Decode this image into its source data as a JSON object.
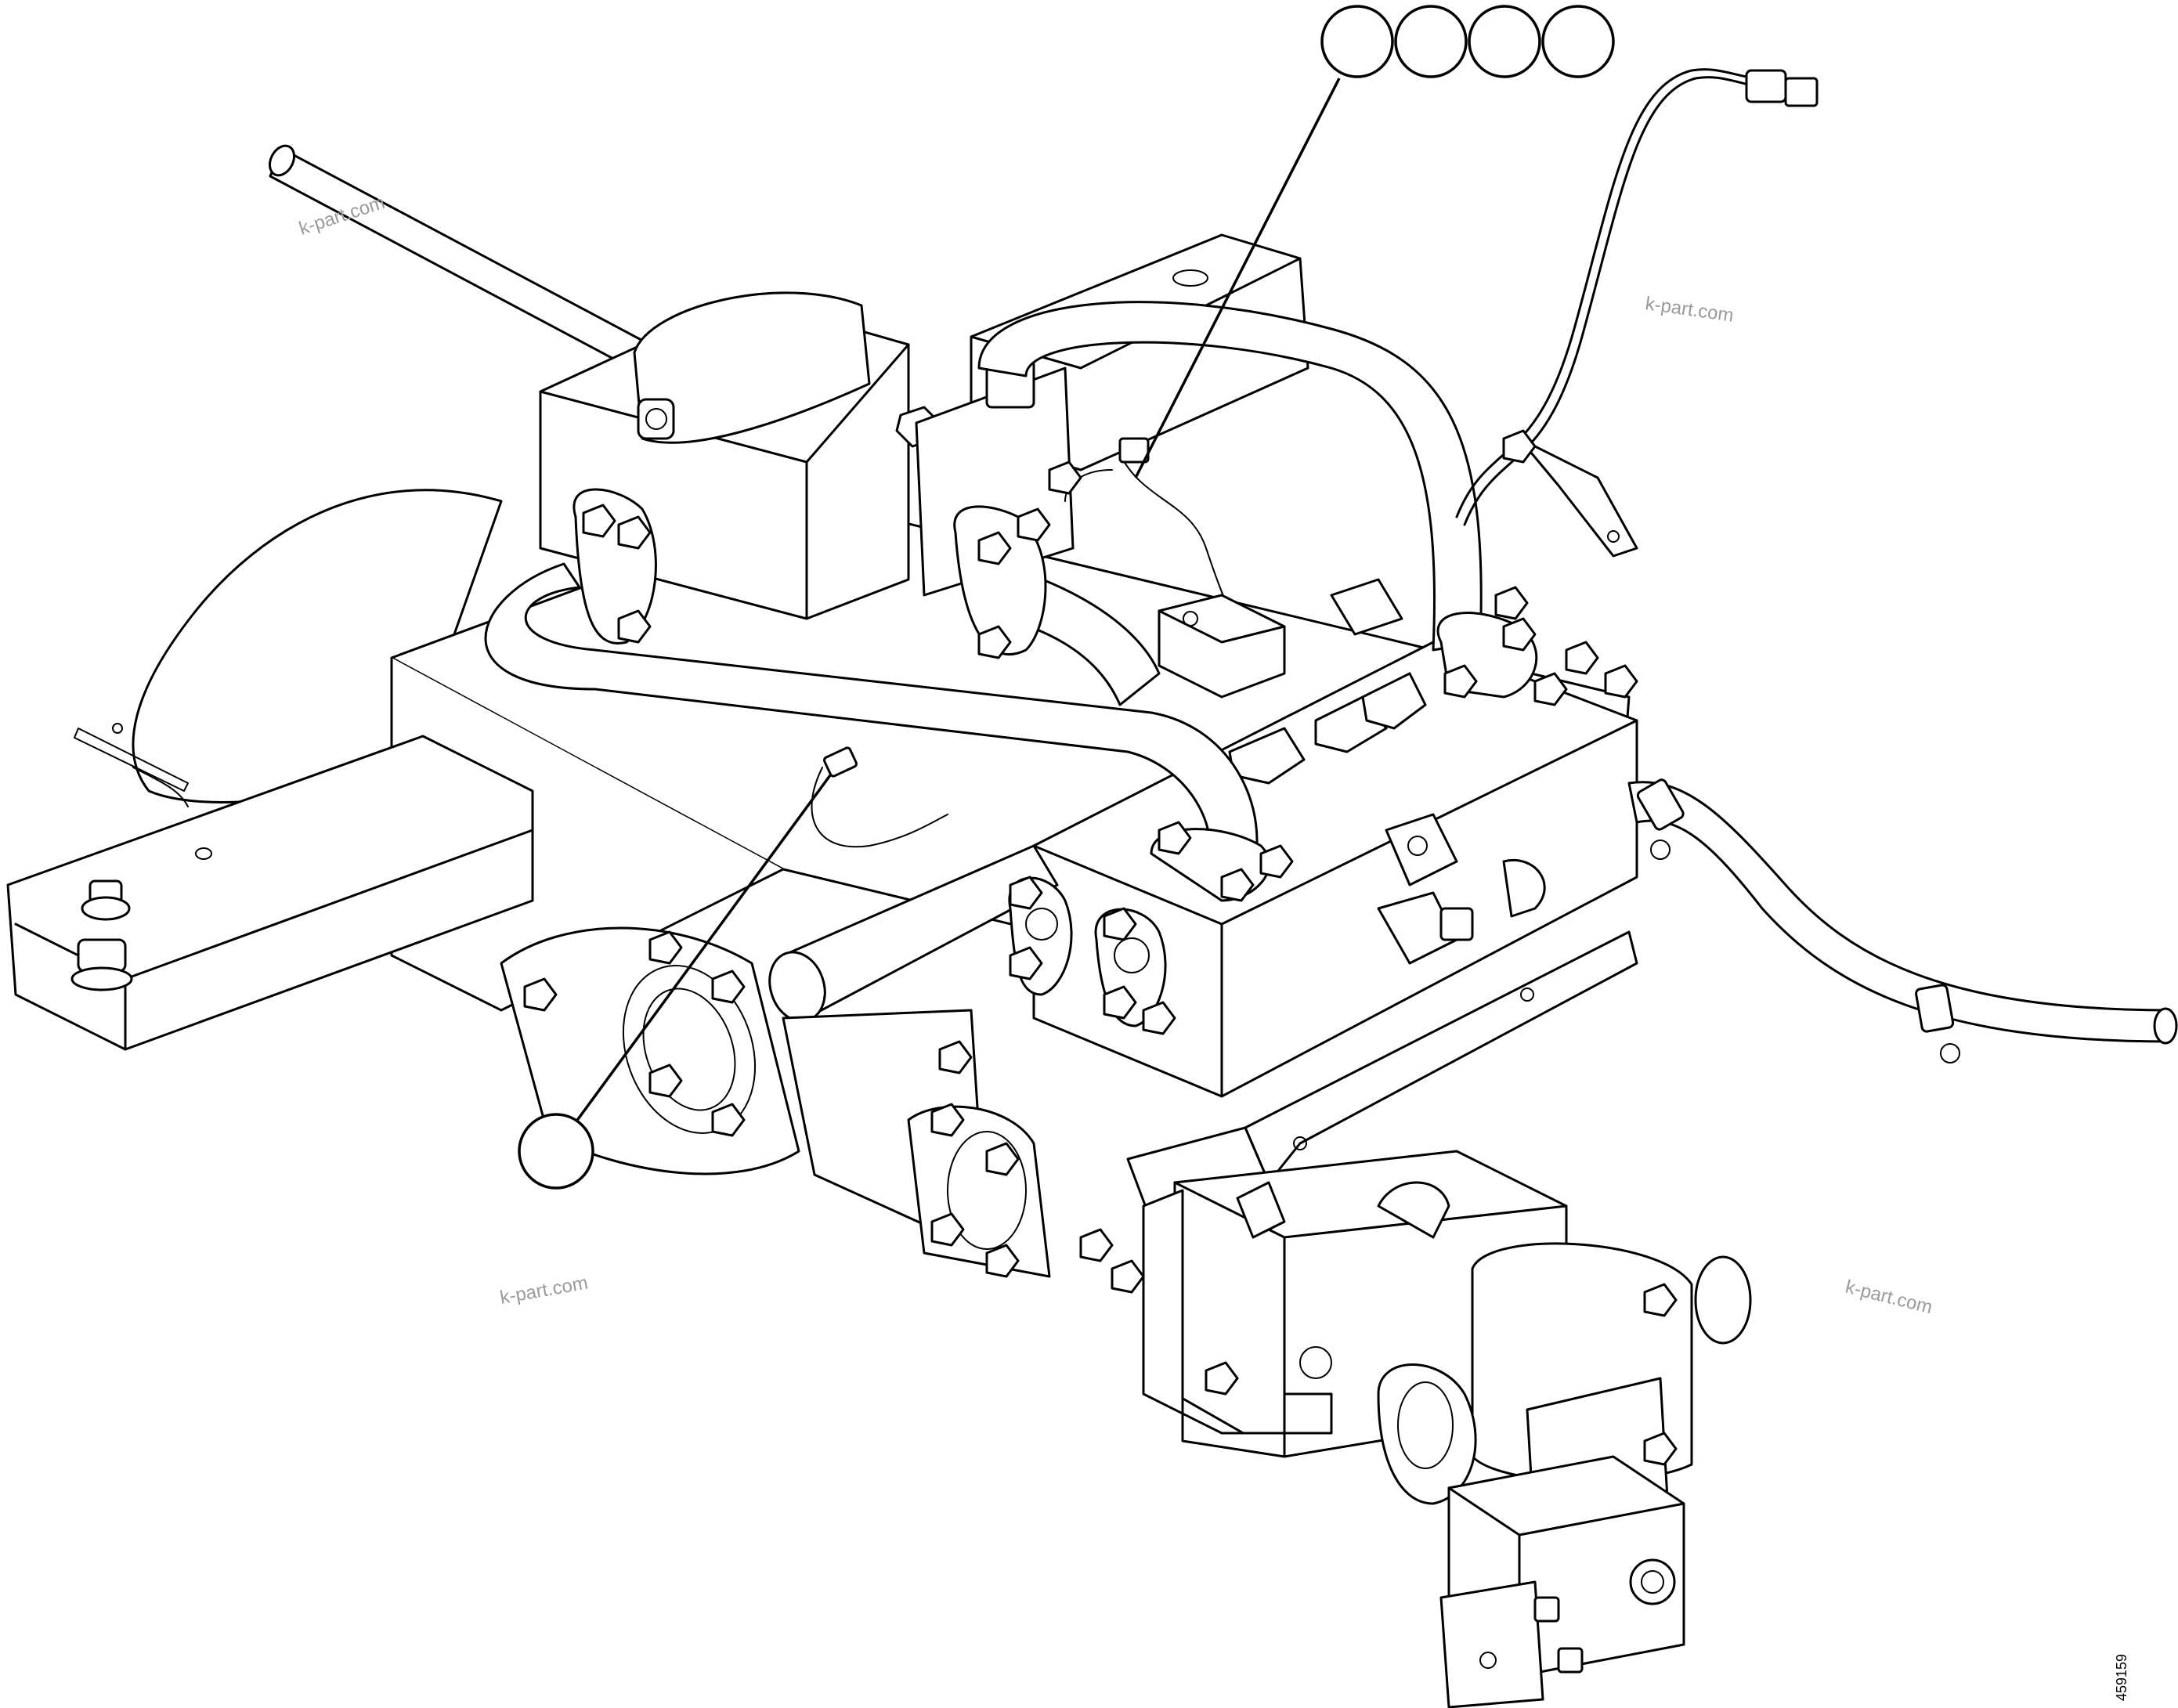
{
  "diagram": {
    "watermarks": [
      "k-part.com",
      "k-part.com",
      "k-part.com",
      "k-part.com"
    ],
    "figure_number": "459159",
    "callouts": {
      "top_group": [
        "",
        "",
        "",
        ""
      ],
      "lower_single": ""
    }
  }
}
